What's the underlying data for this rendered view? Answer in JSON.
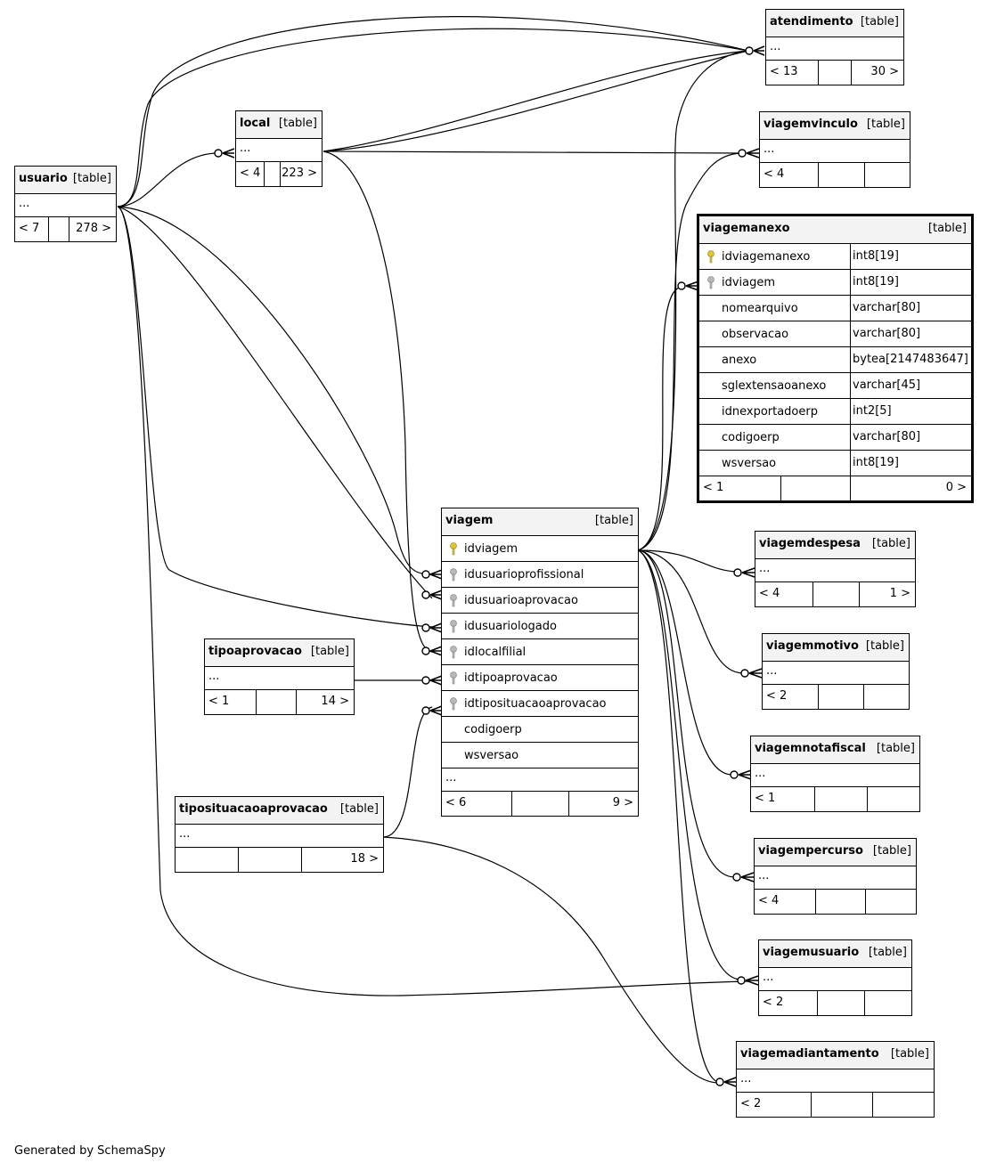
{
  "footer": "Generated by SchemaSpy",
  "type_label": "[table]",
  "ellipsis": "...",
  "tables": {
    "usuario": {
      "name": "usuario",
      "left": "< 7",
      "right": "278 >"
    },
    "local": {
      "name": "local",
      "left": "< 4",
      "right": "223 >"
    },
    "atendimento": {
      "name": "atendimento",
      "left": "< 13",
      "right": "30 >"
    },
    "viagemvinculo": {
      "name": "viagemvinculo",
      "left": "< 4",
      "right": ""
    },
    "viagemanexo": {
      "name": "viagemanexo",
      "left": "< 1",
      "right": "0 >",
      "columns": [
        {
          "name": "idviagemanexo",
          "type": "int8[19]",
          "key": "primary"
        },
        {
          "name": "idviagem",
          "type": "int8[19]",
          "key": "foreign"
        },
        {
          "name": "nomearquivo",
          "type": "varchar[80]",
          "key": ""
        },
        {
          "name": "observacao",
          "type": "varchar[80]",
          "key": ""
        },
        {
          "name": "anexo",
          "type": "bytea[2147483647]",
          "key": ""
        },
        {
          "name": "sglextensaoanexo",
          "type": "varchar[45]",
          "key": ""
        },
        {
          "name": "idnexportadoerp",
          "type": "int2[5]",
          "key": ""
        },
        {
          "name": "codigoerp",
          "type": "varchar[80]",
          "key": ""
        },
        {
          "name": "wsversao",
          "type": "int8[19]",
          "key": ""
        }
      ]
    },
    "viagem": {
      "name": "viagem",
      "left": "< 6",
      "right": "9 >",
      "columns": [
        {
          "name": "idviagem",
          "key": "primary"
        },
        {
          "name": "idusuarioprofissional",
          "key": "foreign"
        },
        {
          "name": "idusuarioaprovacao",
          "key": "foreign"
        },
        {
          "name": "idusuariologado",
          "key": "foreign"
        },
        {
          "name": "idlocalfilial",
          "key": "foreign"
        },
        {
          "name": "idtipoaprovacao",
          "key": "foreign"
        },
        {
          "name": "idtiposituacaoaprovacao",
          "key": "foreign"
        },
        {
          "name": "codigoerp",
          "key": ""
        },
        {
          "name": "wsversao",
          "key": ""
        }
      ]
    },
    "tipoaprovacao": {
      "name": "tipoaprovacao",
      "left": "< 1",
      "right": "14 >"
    },
    "tiposituacaoaprovacao": {
      "name": "tiposituacaoaprovacao",
      "left": "",
      "right": "18 >"
    },
    "viagemdespesa": {
      "name": "viagemdespesa",
      "left": "< 4",
      "right": "1 >"
    },
    "viagemmotivo": {
      "name": "viagemmotivo",
      "left": "< 2",
      "right": ""
    },
    "viagemnotafiscal": {
      "name": "viagemnotafiscal",
      "left": "< 1",
      "right": ""
    },
    "viagempercurso": {
      "name": "viagempercurso",
      "left": "< 4",
      "right": ""
    },
    "viagemusuario": {
      "name": "viagemusuario",
      "left": "< 2",
      "right": ""
    },
    "viagemadiantamento": {
      "name": "viagemadiantamento",
      "left": "< 2",
      "right": ""
    }
  },
  "relationships": [
    {
      "from": "usuario",
      "to": "atendimento"
    },
    {
      "from": "usuario",
      "to": "atendimento"
    },
    {
      "from": "usuario",
      "to": "local"
    },
    {
      "from": "usuario",
      "to": "viagem",
      "column": "idusuarioprofissional"
    },
    {
      "from": "usuario",
      "to": "viagem",
      "column": "idusuarioaprovacao"
    },
    {
      "from": "usuario",
      "to": "viagem",
      "column": "idusuariologado"
    },
    {
      "from": "usuario",
      "to": "viagemusuario"
    },
    {
      "from": "local",
      "to": "atendimento"
    },
    {
      "from": "local",
      "to": "viagemvinculo"
    },
    {
      "from": "local",
      "to": "viagem",
      "column": "idlocalfilial"
    },
    {
      "from": "viagem",
      "to": "atendimento"
    },
    {
      "from": "viagem",
      "to": "viagemvinculo"
    },
    {
      "from": "viagem",
      "to": "viagemanexo"
    },
    {
      "from": "viagem",
      "to": "viagemdespesa"
    },
    {
      "from": "viagem",
      "to": "viagemmotivo"
    },
    {
      "from": "viagem",
      "to": "viagemnotafiscal"
    },
    {
      "from": "viagem",
      "to": "viagempercurso"
    },
    {
      "from": "viagem",
      "to": "viagemusuario"
    },
    {
      "from": "viagem",
      "to": "viagemadiantamento"
    },
    {
      "from": "tipoaprovacao",
      "to": "viagem",
      "column": "idtipoaprovacao"
    },
    {
      "from": "tiposituacaoaprovacao",
      "to": "viagem",
      "column": "idtiposituacaoaprovacao"
    },
    {
      "from": "tiposituacaoaprovacao",
      "to": "viagemadiantamento"
    }
  ]
}
